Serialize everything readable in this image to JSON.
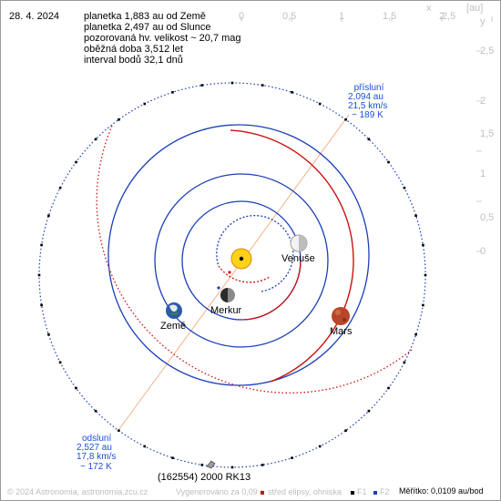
{
  "date": "28. 4. 2024",
  "info": {
    "line1": "planetka 1,883 au od Země",
    "line2": "planetka 2,497 au od Slunce",
    "line3": "pozorovaná hv. velikost ~ 20,7 mag",
    "line4": "oběžná doba 3,512 let",
    "line5": "interval bodů 32,1 dnů"
  },
  "axes": {
    "x_label": "x",
    "unit": "[au]",
    "y_label": "y",
    "x_ticks": [
      "0",
      "0,5",
      "1",
      "1,5",
      "2",
      "2,5"
    ],
    "y_ticks": [
      "2,5",
      "2",
      "1,5",
      "1",
      "0,5",
      "0"
    ]
  },
  "perihelion": {
    "title": "přísluní",
    "distance": "2,094 au",
    "speed": "21,5 km/s",
    "temp": "~ 189 K"
  },
  "aphelion": {
    "title": "odsluní",
    "distance": "2,527 au",
    "speed": "17,8 km/s",
    "temp": "~ 172 K"
  },
  "planets": {
    "venus": "Venuše",
    "mercury": "Merkur",
    "earth": "Země",
    "mars": "Mars"
  },
  "asteroid_name": "(162554) 2000 RK13",
  "footer": {
    "copyright": "© 2024 Astronomia, astronomia.zcu.cz",
    "generated": "Vygenerováno za 0,09 s",
    "legend_center": "střed elipsy, ohniska",
    "legend_f1": "F1",
    "legend_f2": "F2",
    "scale": "Měřítko: 0,0109 au/bod"
  },
  "colors": {
    "orbit_above": "#1a3fb8",
    "orbit_below": "#cc1111",
    "apsis_line": "#f2b48a",
    "sun": "#ffd21a"
  }
}
